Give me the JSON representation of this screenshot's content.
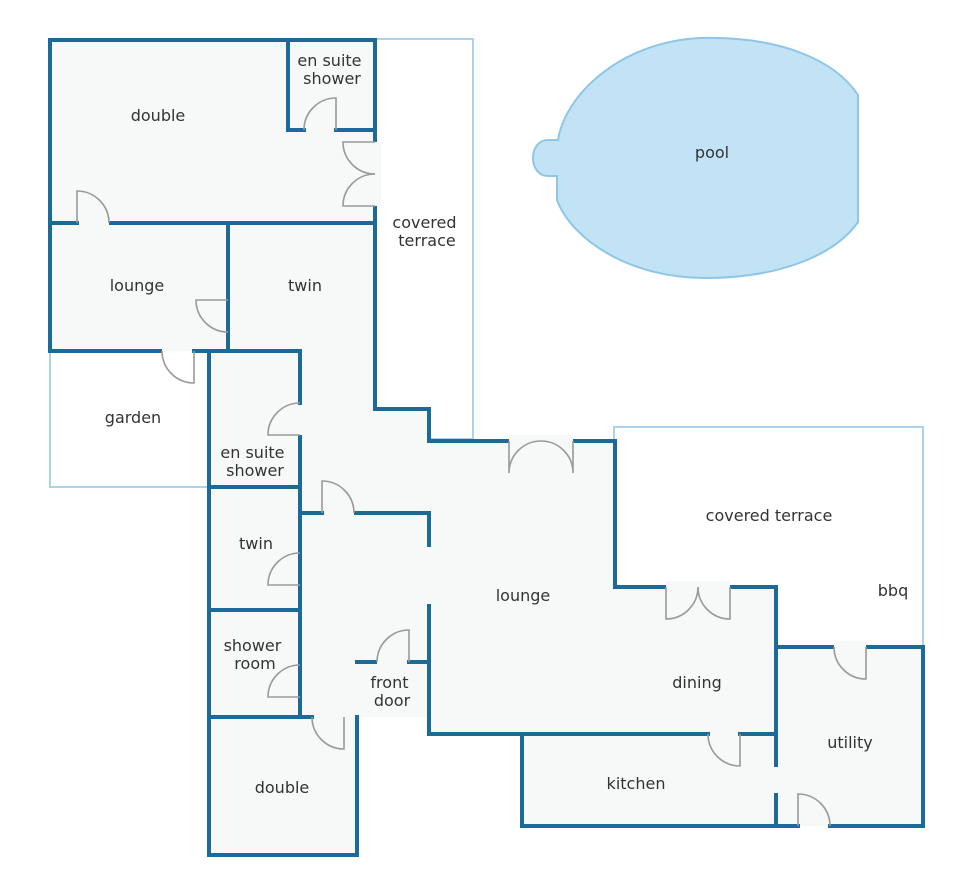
{
  "rooms": {
    "double_top": "double",
    "ensuite_top": [
      "en suite",
      "shower"
    ],
    "covered_terrace_top": [
      "covered",
      "terrace"
    ],
    "pool": "pool",
    "lounge_left": "lounge",
    "twin_top": "twin",
    "garden": "garden",
    "ensuite_mid": [
      "en suite",
      "shower"
    ],
    "twin_mid": "twin",
    "shower_room": [
      "shower",
      "room"
    ],
    "double_bottom": "double",
    "front_door": [
      "front",
      "door"
    ],
    "lounge_main": "lounge",
    "covered_terrace_right": "covered terrace",
    "bbq": "bbq",
    "dining": "dining",
    "utility": "utility",
    "kitchen": "kitchen"
  },
  "colors": {
    "wall": "#1c6a97",
    "outdoor_outline": "#a9d3ea",
    "pool_fill": "#c2e3f6",
    "room_fill": "#f7f8f8",
    "door": "#9a9a9a"
  }
}
